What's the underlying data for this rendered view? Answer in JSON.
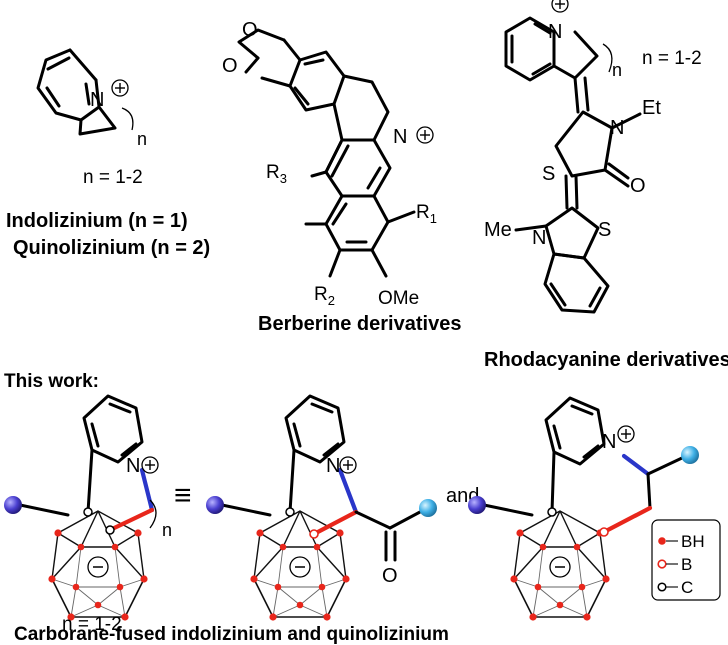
{
  "top_left": {
    "n_label": "n",
    "charge": "+",
    "heteroatom": "N",
    "range": "n = 1-2",
    "name1": "Indolizinium (n = 1)",
    "name2": "Quinolizinium (n = 2)"
  },
  "berberine": {
    "o1": "O",
    "o2": "O",
    "n": "N",
    "charge": "+",
    "r1": "R",
    "r1_sub": "1",
    "r2": "R",
    "r2_sub": "2",
    "r3": "R",
    "r3_sub": "3",
    "ome": "OMe",
    "caption": "Berberine derivatives"
  },
  "rhodacyanine": {
    "n_top": "N",
    "charge": "+",
    "n_label": "n",
    "range": "n = 1-2",
    "n2": "N",
    "et": "Et",
    "s1": "S",
    "o": "O",
    "me": "Me",
    "n3": "N",
    "s2": "S",
    "caption": "Rhodacyanine derivatives"
  },
  "this_work": {
    "heading": "This work:",
    "n_label": "n",
    "range": "n = 1-2",
    "equiv": "≡",
    "and": "and",
    "oxygen": "O",
    "cage_charge": "−",
    "n_atom": "N",
    "n_charge": "+",
    "caption": "Carborane-fused indolizinium and quinolizinium"
  },
  "legend": {
    "items": [
      {
        "symbol": "filled-red-dot",
        "label": "BH"
      },
      {
        "symbol": "open-red-dot",
        "label": "B"
      },
      {
        "symbol": "open-black-dot",
        "label": "C"
      }
    ]
  },
  "colors": {
    "new_bond_red": "#e8261b",
    "new_bond_blue": "#2a36c9",
    "substituent_purple": "#4a3fd0",
    "substituent_cyan": "#3fb0e6",
    "bh_vertex": "#e8261b"
  }
}
